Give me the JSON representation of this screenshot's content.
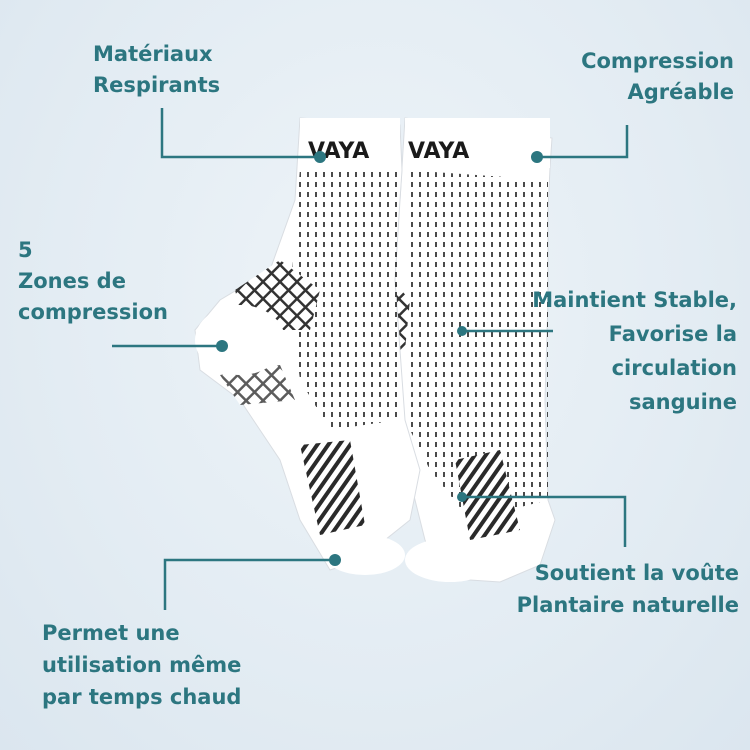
{
  "brand": {
    "logo_text": "VAYA"
  },
  "colors": {
    "accent": "#2c7680",
    "sock": "#ffffff",
    "knit": "#2a2a2a",
    "background": "#e3ecf3"
  },
  "callouts": {
    "top_left": {
      "lines": [
        "Matériaux",
        "Respirants"
      ]
    },
    "top_right": {
      "lines": [
        "Compression",
        "Agréable"
      ]
    },
    "mid_left": {
      "lines": [
        "5",
        "Zones de",
        "compression"
      ]
    },
    "mid_right": {
      "lines": [
        "Maintient Stable,",
        "Favorise la",
        "circulation",
        "sanguine"
      ]
    },
    "bottom_right": {
      "lines": [
        "Soutient la voûte",
        "Plantaire naturelle"
      ]
    },
    "bottom_left": {
      "lines": [
        "Permet une",
        "utilisation même",
        "par temps chaud"
      ]
    }
  }
}
